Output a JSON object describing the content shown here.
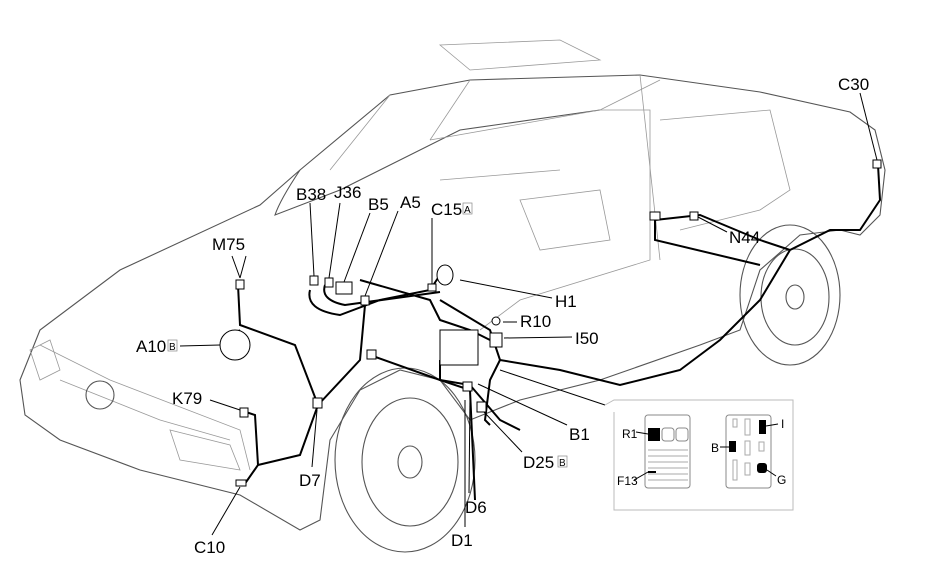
{
  "diagram": {
    "components": [
      {
        "code": "C30"
      },
      {
        "code": "N44"
      },
      {
        "code": "B38"
      },
      {
        "code": "J36"
      },
      {
        "code": "B5"
      },
      {
        "code": "A5"
      },
      {
        "code": "C15",
        "suffix": "A"
      },
      {
        "code": "M75"
      },
      {
        "code": "H1"
      },
      {
        "code": "R10"
      },
      {
        "code": "I50"
      },
      {
        "code": "A10",
        "suffix": "B"
      },
      {
        "code": "K79"
      },
      {
        "code": "B1"
      },
      {
        "code": "D25",
        "suffix": "B"
      },
      {
        "code": "D7"
      },
      {
        "code": "D6"
      },
      {
        "code": "C10"
      },
      {
        "code": "D1"
      }
    ],
    "inset": {
      "left_box_labels": [
        "R1",
        "F13"
      ],
      "right_box_labels": [
        "B",
        "I",
        "G"
      ]
    }
  }
}
